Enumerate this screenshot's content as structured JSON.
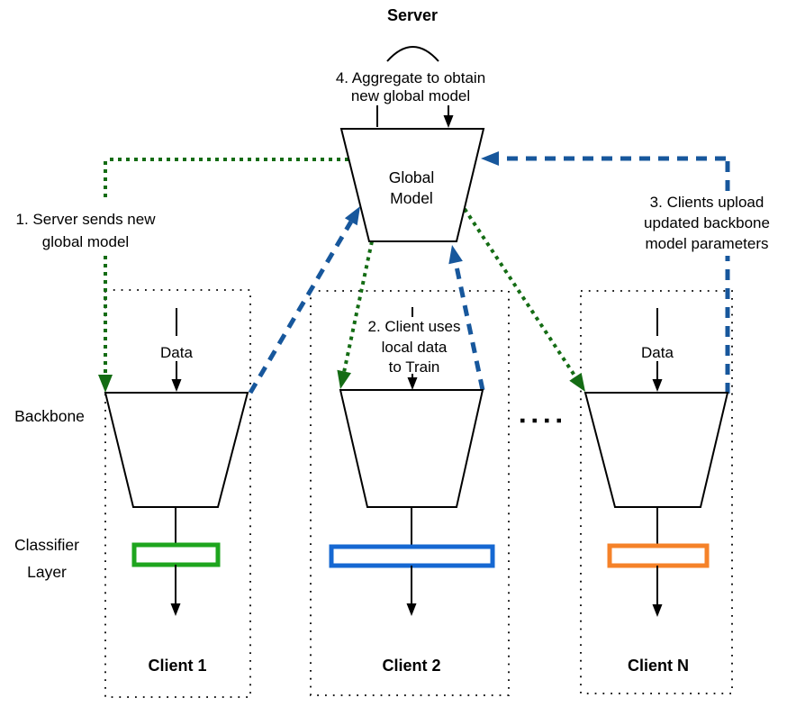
{
  "server": {
    "title": "Server",
    "model_line1": "Global",
    "model_line2": "Model"
  },
  "steps": {
    "step1_line1": "1. Server sends new",
    "step1_line2": "global model",
    "step2_line1": "2. Client uses",
    "step2_line2": "local data",
    "step2_line3": "to Train",
    "step3_line1": "3. Clients upload",
    "step3_line2": "updated backbone",
    "step3_line3": "model parameters",
    "step4_line1": "4. Aggregate to obtain",
    "step4_line2": "new global model"
  },
  "labels": {
    "backbone": "Backbone",
    "classifier_line1": "Classifier",
    "classifier_line2": "Layer",
    "data": "Data"
  },
  "clients": [
    {
      "name": "Client 1",
      "classifier_color": "#1ea51e"
    },
    {
      "name": "Client 2",
      "classifier_color": "#1668d2"
    },
    {
      "name": "Client N",
      "classifier_color": "#f58229"
    }
  ],
  "colors": {
    "download_arrow": "#146c14",
    "upload_arrow": "#17579c",
    "outline": "#000000"
  }
}
